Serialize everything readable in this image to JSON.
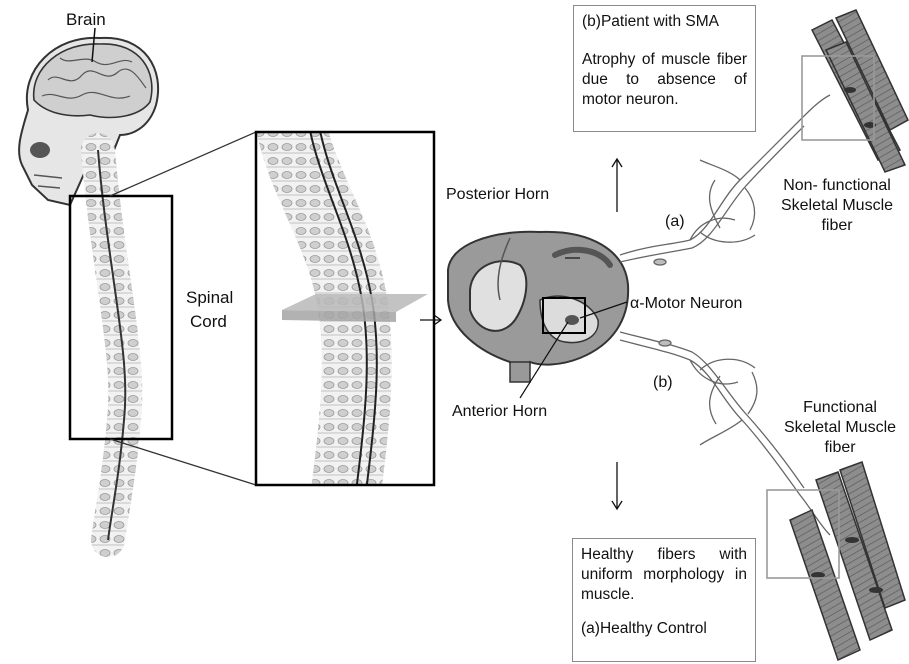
{
  "labels": {
    "brain": "Brain",
    "spinal_cord_line1": "Spinal",
    "spinal_cord_line2": "Cord",
    "posterior_horn": "Posterior Horn",
    "anterior_horn": "Anterior Horn",
    "motor_neuron": "α-Motor Neuron",
    "branch_a": "(a)",
    "branch_b": "(b)",
    "nonfunctional_line1": "Non- functional",
    "nonfunctional_line2": "Skeletal Muscle",
    "nonfunctional_line3": "fiber",
    "functional_line1": "Functional",
    "functional_line2": "Skeletal Muscle",
    "functional_line3": "fiber"
  },
  "sma_box": {
    "title": "(b)Patient with SMA",
    "description": "Atrophy of muscle fiber due to absence of motor neuron."
  },
  "healthy_box": {
    "description": "Healthy fibers with uniform morphology in muscle.",
    "title": "(a)Healthy Control"
  }
}
